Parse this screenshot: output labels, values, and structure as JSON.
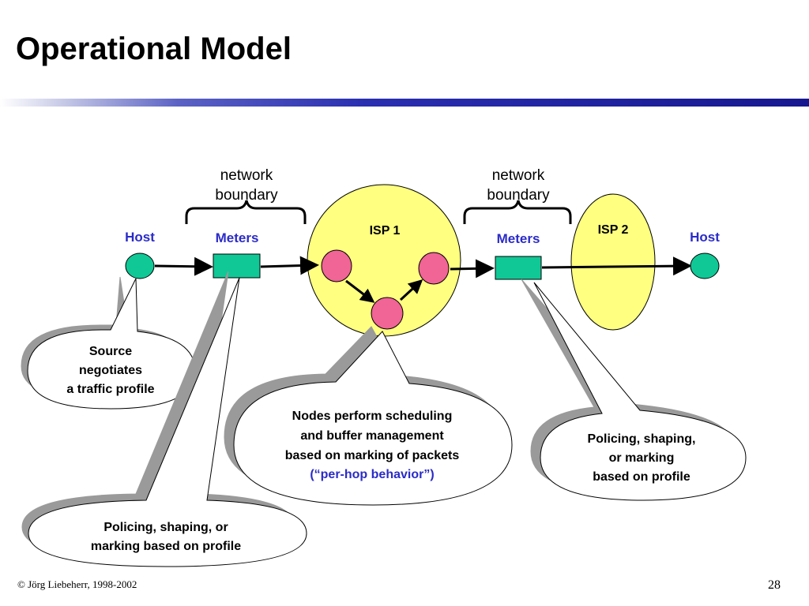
{
  "slide": {
    "title": "Operational Model",
    "footer": "© Jörg Liebeherr, 1998-2002",
    "page_number": "28"
  },
  "diagram": {
    "boundary_left": {
      "line1": "network",
      "line2": "boundary"
    },
    "boundary_right": {
      "line1": "network",
      "line2": "boundary"
    },
    "host_left": "Host",
    "host_right": "Host",
    "meters_left": "Meters",
    "meters_right": "Meters",
    "isp1": "ISP 1",
    "isp2": "ISP 2",
    "callout_source": [
      "Source",
      "negotiates",
      "a traffic profile"
    ],
    "callout_meter_left": [
      "Policing, shaping, or",
      "marking based on profile"
    ],
    "callout_nodes": [
      "Nodes perform scheduling",
      "and buffer management",
      "based on marking of packets"
    ],
    "callout_nodes_highlight": "(“per-hop behavior”)",
    "callout_meter_right": [
      "Policing, shaping,",
      "or marking",
      "based on profile"
    ],
    "colors": {
      "label_blue": "#2b2bc8",
      "host_green": "#10c896",
      "isp_yellow": "#ffff80",
      "node_pink": "#f06496"
    }
  }
}
